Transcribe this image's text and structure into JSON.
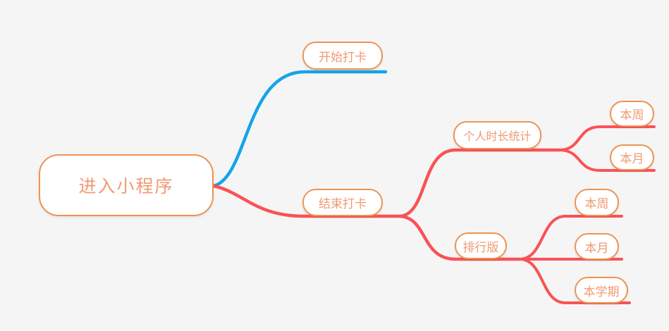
{
  "palette": {
    "background": "#f5f5f6",
    "node_fill": "#ffffff",
    "node_border": "#EC9454",
    "node_text": "#F09A72",
    "branch_blue": "#15A4E8",
    "branch_red": "#FA5255"
  },
  "mindmap": {
    "root": {
      "label": "进入小程序"
    },
    "level1": [
      {
        "label": "开始打卡",
        "branch_color": "#15A4E8",
        "children": []
      },
      {
        "label": "结束打卡",
        "branch_color": "#FA5255",
        "children": [
          {
            "label": "个人时长统计",
            "children": [
              {
                "label": "本周"
              },
              {
                "label": "本月"
              }
            ]
          },
          {
            "label": "排行版",
            "children": [
              {
                "label": "本周"
              },
              {
                "label": "本月"
              },
              {
                "label": "本学期"
              }
            ]
          }
        ]
      }
    ]
  }
}
